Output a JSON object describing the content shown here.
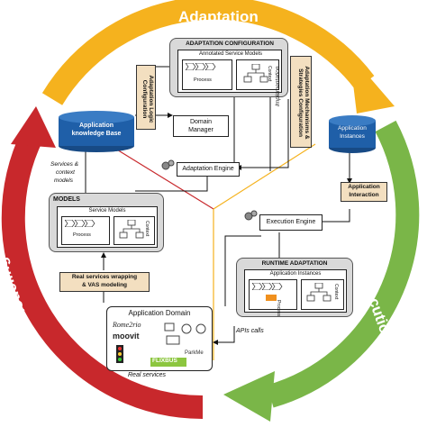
{
  "cycle": {
    "adaptation": "Adaptation",
    "execution": "Execution",
    "modeling": "Modeling"
  },
  "colors": {
    "adaptation": "#f5b21e",
    "execution": "#7ab648",
    "modeling": "#c8282c",
    "db": "#1f5fa8",
    "tan": "#f3dfc0",
    "gray_panel": "#d9d9d9"
  },
  "adaptation_config": {
    "title": "ADAPTATION CONFIGURATION",
    "inner_title": "Annotated Service Models",
    "process": "Process",
    "context": "Context"
  },
  "app_kb": {
    "line1": "Application",
    "line2": "knowledge Base"
  },
  "adaptation_logic": "Adaptation Logic Configuration",
  "domain_manager": {
    "line1": "Domain",
    "line2": "Manager"
  },
  "mechanisms": "Adaptation Mechanisms & Strategies Configuration",
  "implementation": "Implementation",
  "adaptation_engine": "Adaptation Engine",
  "app_instances_db": {
    "line1": "Application",
    "line2": "Instances"
  },
  "app_interaction": {
    "line1": "Application",
    "line2": "Interaction"
  },
  "services_context": {
    "line1": "Services &",
    "line2": "context",
    "line3": "models"
  },
  "models": {
    "title": "MODELS",
    "inner_title": "Service Models",
    "process": "Process",
    "context": "Context"
  },
  "execution_engine": "Execution Engine",
  "runtime": {
    "title": "RUNTIME ADAPTATION",
    "inner_title": "Application Instances",
    "process": "Process",
    "context": "Context"
  },
  "real_wrapping": {
    "line1": "Real services wrapping",
    "line2": "& VAS modeling"
  },
  "app_domain": {
    "title": "Application Domain",
    "logos": [
      "Rome2rio",
      "moovit",
      "FLIXBUS",
      "ParkMe"
    ],
    "footer": "Real services"
  },
  "apis": "APIs calls"
}
